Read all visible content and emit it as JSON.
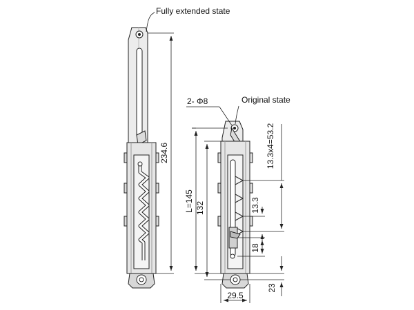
{
  "labels": {
    "fully_extended_state": "Fully extended state",
    "original_state": "Original state",
    "hole_callout": "2- Φ8"
  },
  "dimensions": {
    "extended_length": "234.6",
    "overall_length": "L=145",
    "hole_pitch": "132",
    "step_total": "13.3x4=53.2",
    "step_pitch": "13.3",
    "slot_offset": "18",
    "bottom_offset": "23",
    "width": "29.5"
  },
  "colors": {
    "line": "#222222",
    "body_fill": "#e9e9e9",
    "body_shade": "#d2d2d2",
    "highlight": "#f7f7f7"
  }
}
